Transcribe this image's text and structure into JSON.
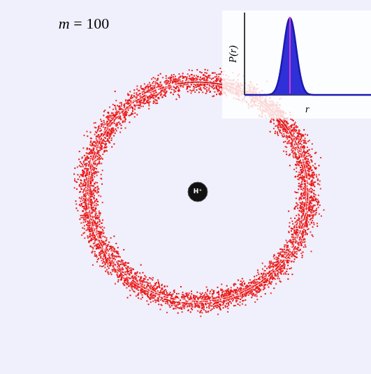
{
  "diagram": {
    "nodes": [
      {
        "text": [
          "H⁺"
        ]
      }
    ],
    "labels": [
      "m = 100",
      "P(r)",
      "r"
    ]
  }
}
